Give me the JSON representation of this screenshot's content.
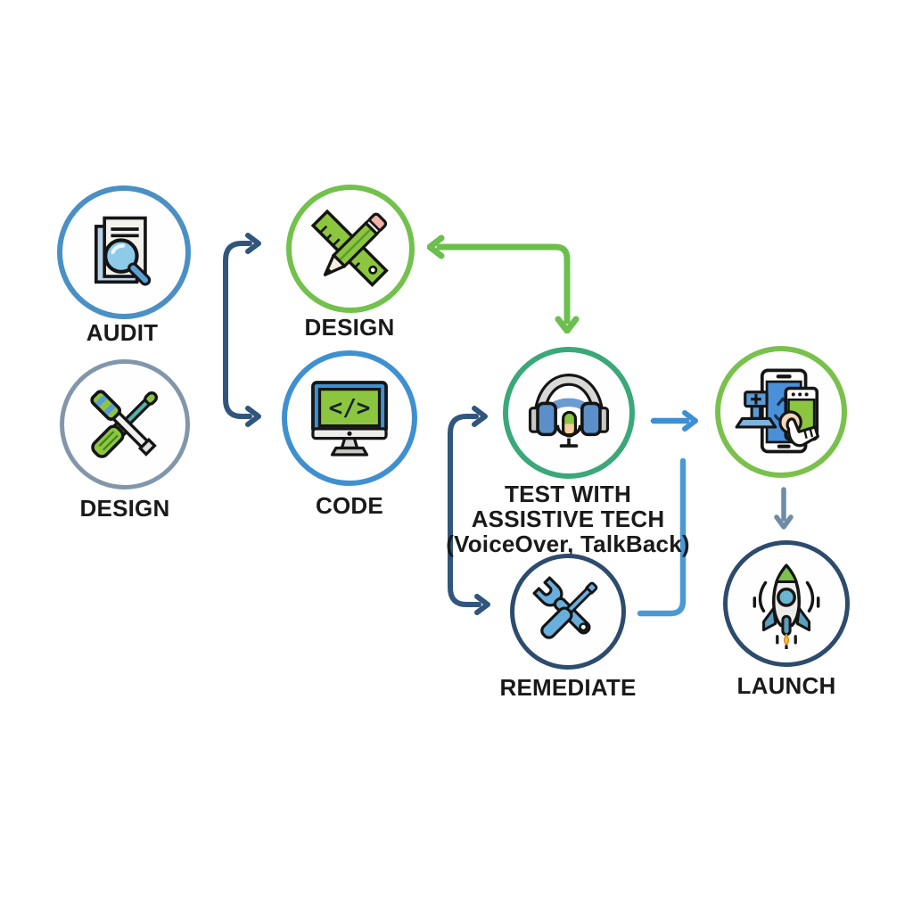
{
  "diagram": {
    "type": "flowchart",
    "subject": "accessibility-development-workflow",
    "background_color": "#ffffff",
    "text_color": "#1a1a1a",
    "nodes": {
      "audit": {
        "label": "AUDIT",
        "icon": "document-magnifier-icon",
        "ring_color": "#4a90c4"
      },
      "design_toolsching": null,
      "design_tools": {
        "label": "DESIGN",
        "icon": "crossed-screwdrivers-icon",
        "ring_color": "#8296ab"
      },
      "design_plan": {
        "label": "DESIGN",
        "icon": "pencil-ruler-icon",
        "ring_color": "#72c14c"
      },
      "code": {
        "label": "CODE",
        "icon": "code-monitor-icon",
        "ring_color": "#3f90d0"
      },
      "test": {
        "label_line1": "TEST WITH",
        "label_line2": "ASSISTIVE TECH",
        "label_line3": "(VoiceOver, TalkBack)",
        "icon": "headphones-microphone-icon",
        "ring_color": "#3aa878"
      },
      "remediate": {
        "label": "REMEDIATE",
        "icon": "wrench-screwdriver-icon",
        "ring_color": "#2d4b6d"
      },
      "device_test": {
        "label": "",
        "icon": "mobile-touch-stamp-icon",
        "ring_color": "#79c14c"
      },
      "launch": {
        "label": "LAUNCH",
        "icon": "rocket-icon",
        "ring_color": "#2d4b6d"
      }
    },
    "connectors": [
      {
        "from": "audit/design_tools",
        "to": "design_plan",
        "color": "#31567d",
        "style": "elbow-arrow"
      },
      {
        "from": "audit/design_tools",
        "to": "code",
        "color": "#31567d",
        "style": "elbow-arrow"
      },
      {
        "from": "test",
        "to": "design_plan",
        "color": "#6cbf4e",
        "style": "elbow-double-arrow"
      },
      {
        "from": "code",
        "to": "test",
        "color": "#31567d",
        "style": "elbow-arrow"
      },
      {
        "from": "code",
        "to": "remediate",
        "color": "#31567d",
        "style": "elbow-arrow"
      },
      {
        "from": "test",
        "to": "device_test",
        "color": "#3d8fd4",
        "style": "straight-arrow"
      },
      {
        "from": "remediate",
        "to": "test-flow",
        "color": "#4a99d6",
        "style": "elbow-line"
      },
      {
        "from": "device_test",
        "to": "launch",
        "color": "#6e8ca8",
        "style": "straight-arrow"
      }
    ]
  }
}
